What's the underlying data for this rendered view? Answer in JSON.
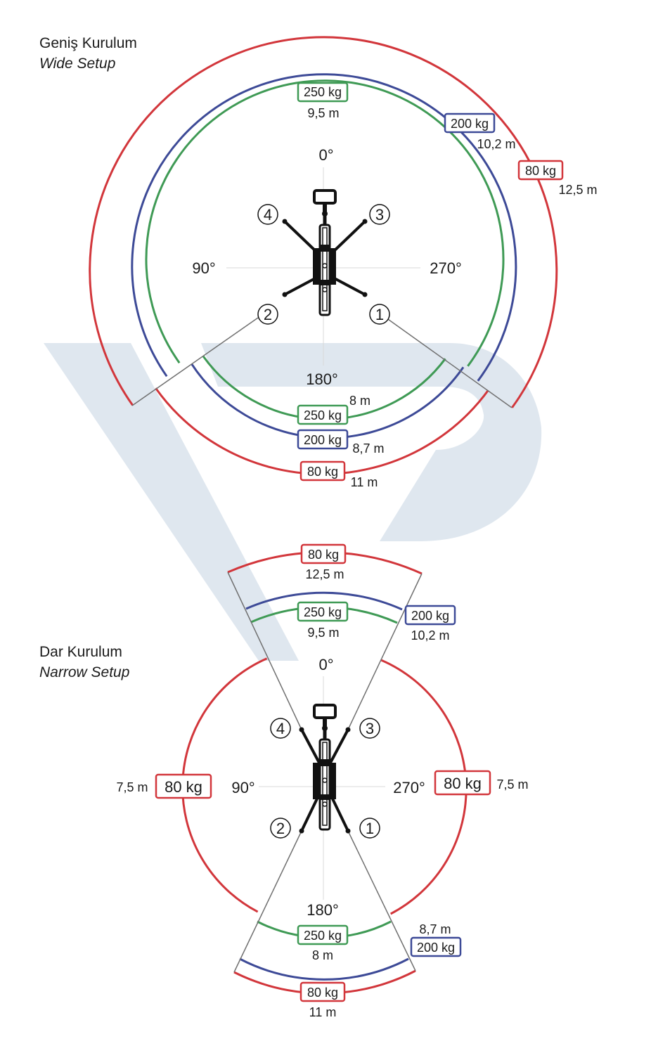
{
  "colors": {
    "red": "#d2363b",
    "blue": "#3d4a97",
    "green": "#3f9a55",
    "watermark": "#dfe7ef",
    "gray_line": "#707070",
    "text": "#1a1a1a"
  },
  "wide": {
    "title_tr": "Geniş Kurulum",
    "title_en": "Wide Setup",
    "angles": {
      "top": "0°",
      "left": "90°",
      "right": "270°",
      "bottom": "180°"
    },
    "outriggers": [
      "1",
      "2",
      "3",
      "4"
    ],
    "labels": {
      "green_top_kg": "250 kg",
      "green_top_m": "9,5 m",
      "blue_top_kg": "200 kg",
      "blue_top_m": "10,2 m",
      "red_top_kg": "80 kg",
      "red_top_m": "12,5 m",
      "green_bottom_kg": "250 kg",
      "green_bottom_m": "8 m",
      "blue_bottom_kg": "200 kg",
      "blue_bottom_m": "8,7 m",
      "red_bottom_kg": "80 kg",
      "red_bottom_m": "11 m"
    }
  },
  "narrow": {
    "title_tr": "Dar Kurulum",
    "title_en": "Narrow Setup",
    "angles": {
      "top": "0°",
      "left": "90°",
      "right": "270°",
      "bottom": "180°"
    },
    "outriggers": [
      "1",
      "2",
      "3",
      "4"
    ],
    "labels": {
      "red_top_kg": "80 kg",
      "red_top_m": "12,5 m",
      "green_top_kg": "250 kg",
      "green_top_m": "9,5 m",
      "blue_top_kg": "200 kg",
      "blue_top_m": "10,2 m",
      "left_kg": "80 kg",
      "left_m": "7,5 m",
      "right_kg": "80 kg",
      "right_m": "7,5 m",
      "green_bottom_kg": "250 kg",
      "green_bottom_m": "8 m",
      "blue_bottom_kg": "200 kg",
      "blue_bottom_m": "8,7 m",
      "red_bottom_kg": "80 kg",
      "red_bottom_m": "11 m"
    }
  }
}
